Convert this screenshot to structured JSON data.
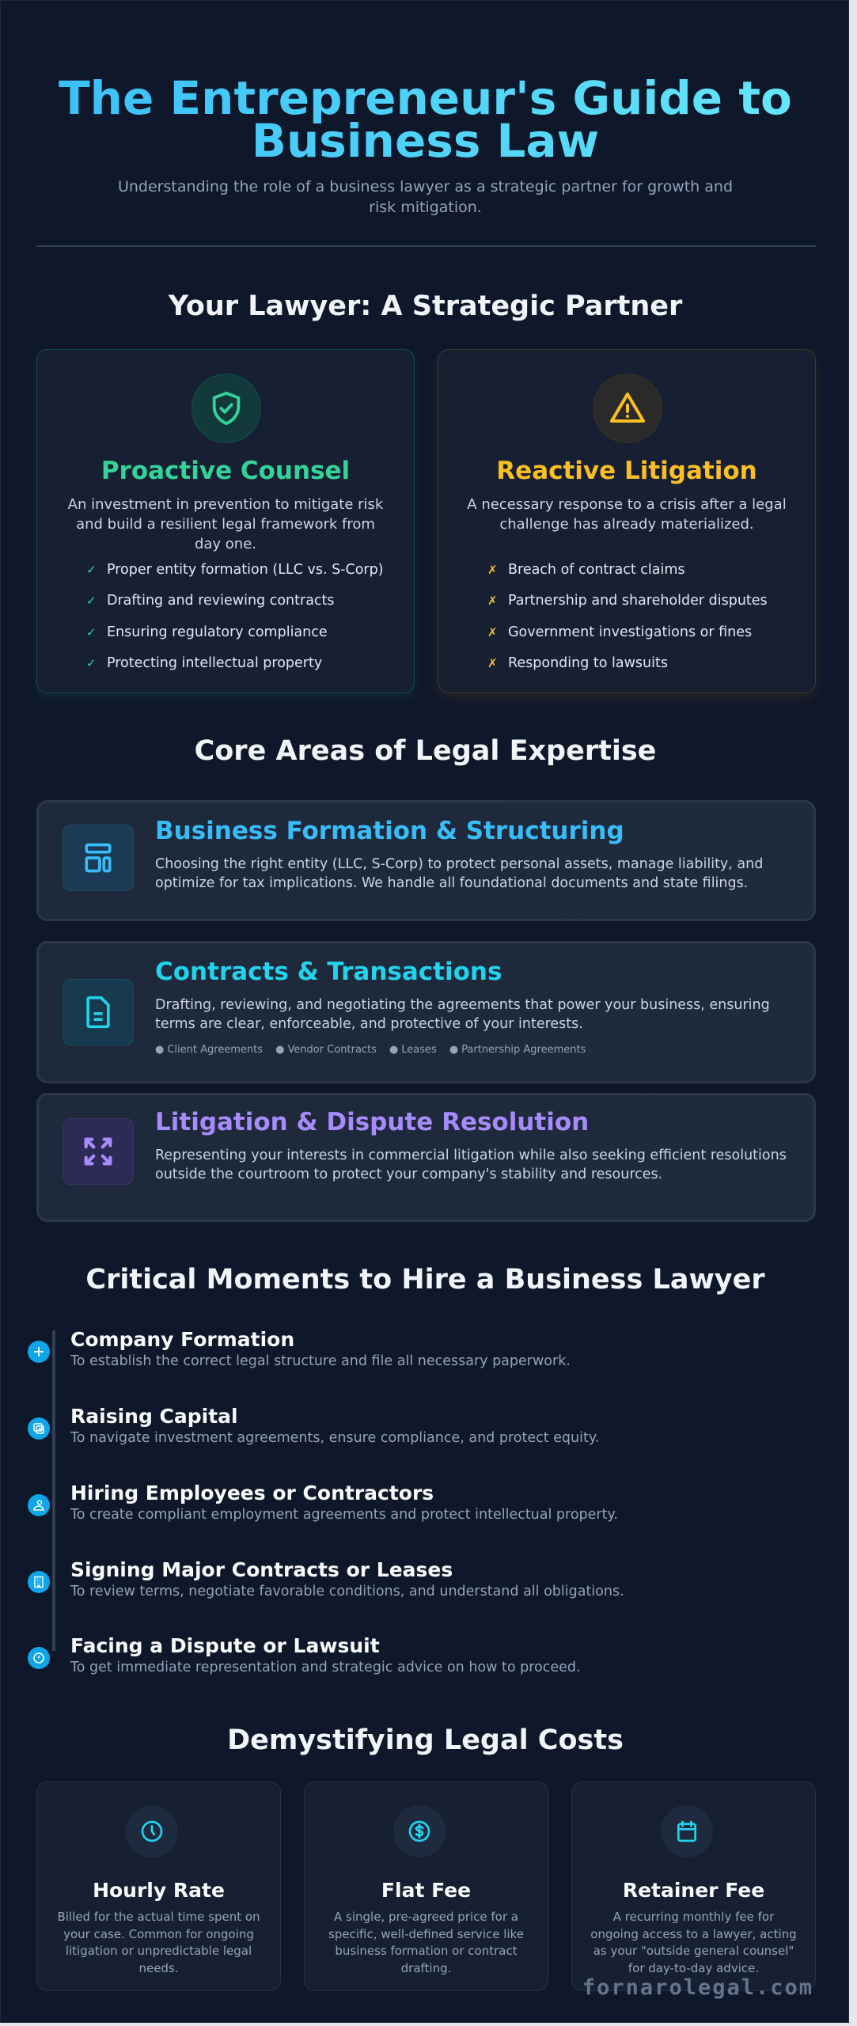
{
  "header": {
    "title": "The Entrepreneur's Guide to Business Law",
    "subtitle": "Understanding the role of a business lawyer as a strategic partner for growth and risk mitigation."
  },
  "partner": {
    "heading": "Your Lawyer: A Strategic Partner",
    "proactive": {
      "icon": "shield-check-icon",
      "title": "Proactive Counsel",
      "color": "#34d399",
      "description": "An investment in prevention to mitigate risk and build a resilient legal framework from day one.",
      "mark": "✓",
      "items": [
        "Proper entity formation (LLC vs. S-Corp)",
        "Drafting and reviewing contracts",
        "Ensuring regulatory compliance",
        "Protecting intellectual property"
      ]
    },
    "reactive": {
      "icon": "warning-triangle-icon",
      "title": "Reactive Litigation",
      "color": "#fbbf24",
      "description": "A necessary response to a crisis after a legal challenge has already materialized.",
      "mark": "✗",
      "items": [
        "Breach of contract claims",
        "Partnership and shareholder disputes",
        "Government investigations or fines",
        "Responding to lawsuits"
      ]
    }
  },
  "areas": {
    "heading": "Core Areas of Legal Expertise",
    "items": [
      {
        "icon": "layout-icon",
        "title": "Business Formation & Structuring",
        "color": "#38bdf8",
        "description": "Choosing the right entity (LLC, S-Corp) to protect personal assets, manage liability, and optimize for tax implications. We handle all foundational documents and state filings."
      },
      {
        "icon": "document-icon",
        "title": "Contracts & Transactions",
        "color": "#22d3ee",
        "description": "Drafting, reviewing, and negotiating the agreements that power your business, ensuring terms are clear, enforceable, and protective of your interests.",
        "tags": [
          "Client Agreements",
          "Vendor Contracts",
          "Leases",
          "Partnership Agreements"
        ]
      },
      {
        "icon": "arrows-collapse-icon",
        "title": "Litigation & Dispute Resolution",
        "color": "#a78bfa",
        "description": "Representing your interests in commercial litigation while also seeking efficient resolutions outside the courtroom to protect your company's stability and resources."
      }
    ]
  },
  "moments": {
    "heading": "Critical Moments to Hire a Business Lawyer",
    "items": [
      {
        "icon": "plus-icon",
        "title": "Company Formation",
        "description": "To establish the correct legal structure and file all necessary paperwork."
      },
      {
        "icon": "money-icon",
        "title": "Raising Capital",
        "description": "To navigate investment agreements, ensure compliance, and protect equity."
      },
      {
        "icon": "user-icon",
        "title": "Hiring Employees or Contractors",
        "description": "To create compliant employment agreements and protect intellectual property."
      },
      {
        "icon": "building-icon",
        "title": "Signing Major Contracts or Leases",
        "description": "To review terms, negotiate favorable conditions, and understand all obligations."
      },
      {
        "icon": "alert-circle-icon",
        "title": "Facing a Dispute or Lawsuit",
        "description": "To get immediate representation and strategic advice on how to proceed."
      }
    ]
  },
  "costs": {
    "heading": "Demystifying Legal Costs",
    "items": [
      {
        "icon": "clock-icon",
        "title": "Hourly Rate",
        "description": "Billed for the actual time spent on your case. Common for ongoing litigation or unpredictable legal needs."
      },
      {
        "icon": "dollar-icon",
        "title": "Flat Fee",
        "description": "A single, pre-agreed price for a specific, well-defined service like business formation or contract drafting."
      },
      {
        "icon": "calendar-icon",
        "title": "Retainer Fee",
        "description": "A recurring monthly fee for ongoing access to a lawyer, acting as your \"outside general counsel\" for day-to-day advice."
      }
    ]
  },
  "watermark": "fornarolegal.com"
}
